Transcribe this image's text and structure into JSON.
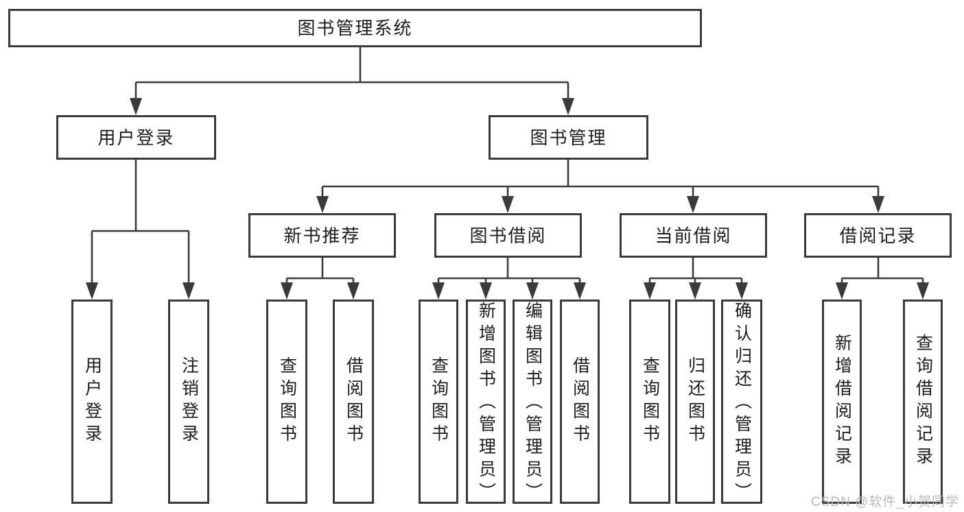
{
  "diagram": {
    "type": "hierarchy-tree",
    "title": "图书管理系统",
    "watermark": "CSDN @软件_小贺同学",
    "colors": {
      "line": "#3a3a3a",
      "box_border": "#3a3a3a",
      "box_fill": "#ffffff",
      "text": "#1c1c1c",
      "watermark": "#b9b9b9",
      "background": "#ffffff"
    },
    "nodes": [
      {
        "id": "root",
        "label": "图书管理系统"
      },
      {
        "id": "user-login-module",
        "label": "用户登录"
      },
      {
        "id": "book-management-module",
        "label": "图书管理"
      },
      {
        "id": "new-book-recommendation",
        "label": "新书推荐"
      },
      {
        "id": "book-borrowing",
        "label": "图书借阅"
      },
      {
        "id": "current-borrowing",
        "label": "当前借阅"
      },
      {
        "id": "borrowing-records",
        "label": "借阅记录"
      },
      {
        "id": "leaf-user-login",
        "label": "用户登录"
      },
      {
        "id": "leaf-logout",
        "label": "注销登录"
      },
      {
        "id": "leaf-query-books-recommend",
        "label": "查询图书"
      },
      {
        "id": "leaf-borrow-books-recommend",
        "label": "借阅图书"
      },
      {
        "id": "leaf-query-books-borrow",
        "label": "查询图书"
      },
      {
        "id": "leaf-add-book-admin",
        "label": "新增图书（管理员）"
      },
      {
        "id": "leaf-edit-book-admin",
        "label": "编辑图书（管理员）"
      },
      {
        "id": "leaf-borrow-books-borrow",
        "label": "借阅图书"
      },
      {
        "id": "leaf-query-books-current",
        "label": "查询图书"
      },
      {
        "id": "leaf-return-book",
        "label": "归还图书"
      },
      {
        "id": "leaf-confirm-return-admin",
        "label": "确认归还（管理员）"
      },
      {
        "id": "leaf-add-borrow-record",
        "label": "新增借阅记录"
      },
      {
        "id": "leaf-query-borrow-record",
        "label": "查询借阅记录"
      }
    ],
    "tree": {
      "图书管理系统": {
        "用户登录": [
          "用户登录",
          "注销登录"
        ],
        "图书管理": {
          "新书推荐": [
            "查询图书",
            "借阅图书"
          ],
          "图书借阅": [
            "查询图书",
            "新增图书（管理员）",
            "编辑图书（管理员）",
            "借阅图书"
          ],
          "当前借阅": [
            "查询图书",
            "归还图书",
            "确认归还（管理员）"
          ],
          "借阅记录": [
            "新增借阅记录",
            "查询借阅记录"
          ]
        }
      }
    }
  }
}
